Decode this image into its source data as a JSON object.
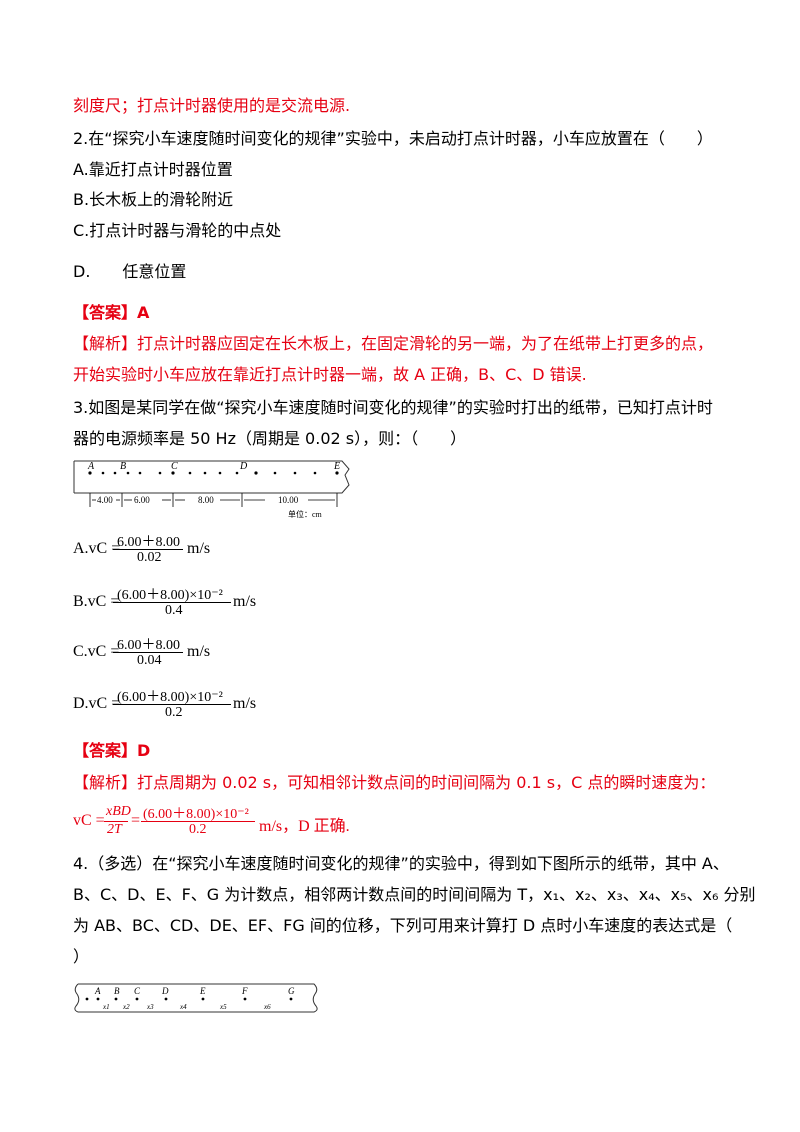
{
  "q1_tail": "刻度尺；打点计时器使用的是交流电源.",
  "q2": {
    "stem": "2.在“探究小车速度随时间变化的规律”实验中，未启动打点计时器，小车应放置在（　　）",
    "options": [
      "A.靠近打点计时器位置",
      "B.长木板上的滑轮附近",
      "C.打点计时器与滑轮的中点处",
      "D.　　任意位置"
    ],
    "answer_label": "【答案】A",
    "analysis_1": "【解析】打点计时器应固定在长木板上，在固定滑轮的另一端，为了在纸带上打更多的点，",
    "analysis_2": "开始实验时小车应放在靠近打点计时器一端，故 A 正确，B、C、D 错误."
  },
  "q3": {
    "stem_1": "3.如图是某同学在做“探究小车速度随时间变化的规律”的实验时打出的纸带，已知打点计时",
    "stem_2": "器的电源频率是 50 Hz（周期是 0.02 s），则：（　　）",
    "tape": {
      "points": [
        "A",
        "B",
        "C",
        "D",
        "E"
      ],
      "distances": [
        "4.00",
        "6.00",
        "8.00",
        "10.00"
      ],
      "unit": "单位：cm"
    },
    "options": [
      {
        "label": "A.vC =",
        "num": "6.00＋8.00",
        "den": "0.02",
        "unit": "m/s"
      },
      {
        "label": "B.vC =",
        "num": "(6.00＋8.00)×10⁻²",
        "den": "0.4",
        "unit": "m/s"
      },
      {
        "label": "C.vC =",
        "num": "6.00＋8.00",
        "den": "0.04",
        "unit": "m/s"
      },
      {
        "label": "D.vC =",
        "num": "(6.00＋8.00)×10⁻²",
        "den": "0.2",
        "unit": "m/s"
      }
    ],
    "answer_label": "【答案】D",
    "analysis_1": "【解析】打点周期为 0.02 s，可知相邻计数点间的时间间隔为 0.1 s，C 点的瞬时速度为：",
    "formula": {
      "lhs": "vC =",
      "f1_num": "xBD",
      "f1_den": "2T",
      "eq": "=",
      "f2_num": "(6.00＋8.00)×10⁻²",
      "f2_den": "0.2",
      "tail": "m/s，D 正确."
    }
  },
  "q4": {
    "stem_1": "4.（多选）在“探究小车速度随时间变化的规律”的实验中，得到如下图所示的纸带，其中 A、",
    "stem_2": "B、C、D、E、F、G 为计数点，相邻两计数点间的时间间隔为 T，x₁、x₂、x₃、x₄、x₅、x₆ 分别",
    "stem_3": "为 AB、BC、CD、DE、EF、FG 间的位移，下列可用来计算打 D 点时小车速度的表达式是（",
    "stem_4": "）",
    "tape": {
      "points": [
        "A",
        "B",
        "C",
        "D",
        "E",
        "F",
        "G"
      ],
      "segments": [
        "x1",
        "x2",
        "x3",
        "x4",
        "x5",
        "x6"
      ]
    }
  }
}
